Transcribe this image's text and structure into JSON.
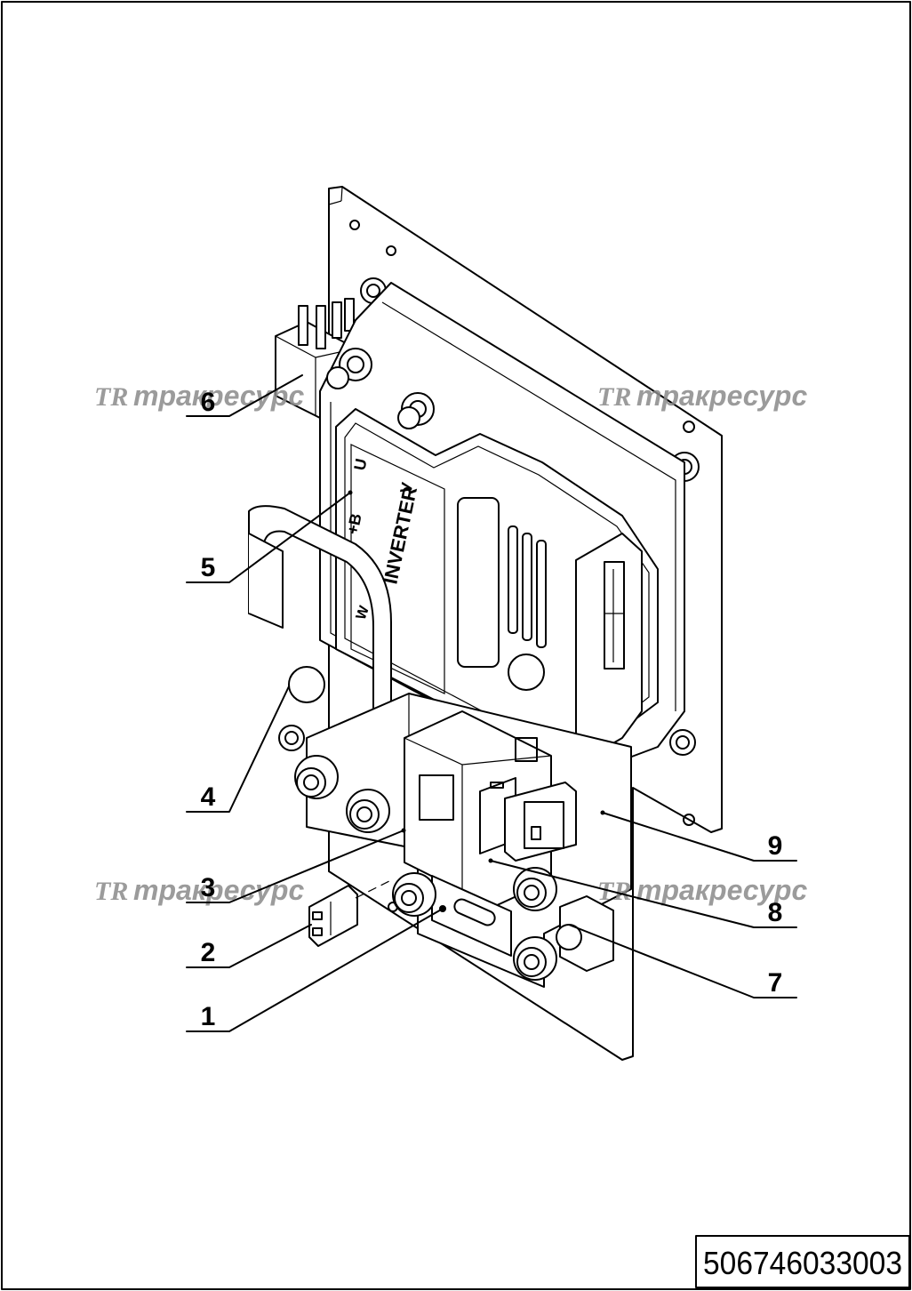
{
  "drawing": {
    "document_number": "506746033003",
    "watermark": {
      "logo": "TR",
      "text": "тракресурс"
    },
    "unit_labels": {
      "main": "INVERTER",
      "terminal_u": "U",
      "terminal_v": "V",
      "terminal_w": "W",
      "terminal_b": "+B"
    },
    "callouts": [
      {
        "id": "c6",
        "number": "6"
      },
      {
        "id": "c5",
        "number": "5"
      },
      {
        "id": "c4",
        "number": "4"
      },
      {
        "id": "c3",
        "number": "3"
      },
      {
        "id": "c2",
        "number": "2"
      },
      {
        "id": "c1",
        "number": "1"
      },
      {
        "id": "c9",
        "number": "9"
      },
      {
        "id": "c8",
        "number": "8"
      },
      {
        "id": "c7",
        "number": "7"
      }
    ]
  }
}
